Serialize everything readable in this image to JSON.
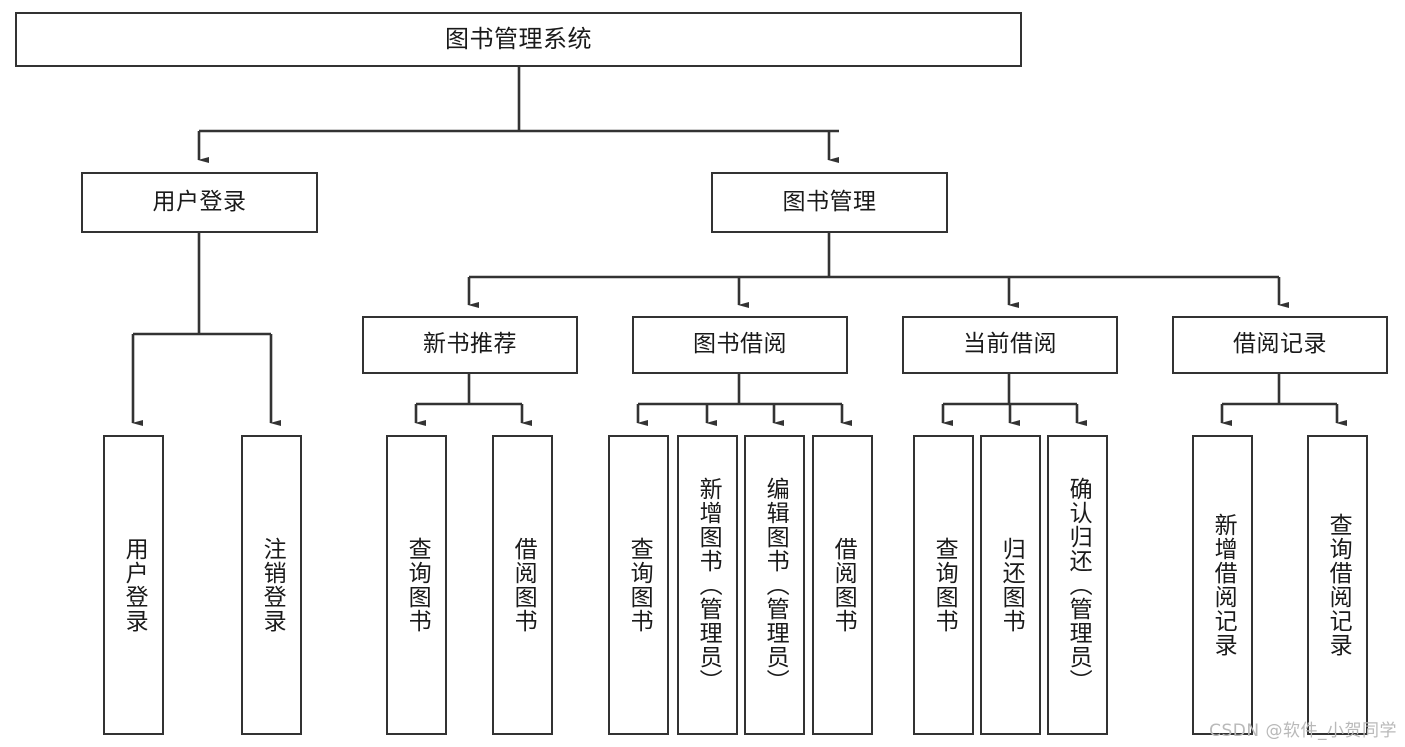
{
  "diagram": {
    "title": "图书管理系统",
    "watermark": "CSDN @软件_小贺同学",
    "colors": {
      "stroke": "#333333",
      "fill": "#ffffff",
      "text": "#1a1a1a",
      "watermark": "#b9b9b9"
    },
    "levels": {
      "root": [
        "图书管理系统"
      ],
      "level2": [
        "用户登录",
        "图书管理"
      ],
      "level3": [
        "新书推荐",
        "图书借阅",
        "当前借阅",
        "借阅记录"
      ],
      "leaves": [
        "用户登录",
        "注销登录",
        "查询图书",
        "借阅图书",
        "查询图书",
        "新增图书（管理员）",
        "编辑图书（管理员）",
        "借阅图书",
        "查询图书",
        "归还图书",
        "确认归还（管理员）",
        "新增借阅记录",
        "查询借阅记录"
      ]
    },
    "nodes": {
      "root": {
        "label": "图书管理系统"
      },
      "user_login": {
        "label": "用户登录"
      },
      "book_manage": {
        "label": "图书管理"
      },
      "new_book_rec": {
        "label": "新书推荐"
      },
      "book_borrow": {
        "label": "图书借阅"
      },
      "current_borrow": {
        "label": "当前借阅"
      },
      "borrow_record": {
        "label": "借阅记录"
      },
      "leaf_user_login": {
        "label": "用户登录"
      },
      "leaf_logout": {
        "label": "注销登录"
      },
      "leaf_query_book_a": {
        "label": "查询图书"
      },
      "leaf_borrow_book_a": {
        "label": "借阅图书"
      },
      "leaf_query_book_b": {
        "label": "查询图书"
      },
      "leaf_add_book": {
        "label": "新增图书（管理员）"
      },
      "leaf_edit_book": {
        "label": "编辑图书（管理员）"
      },
      "leaf_borrow_book_b": {
        "label": "借阅图书"
      },
      "leaf_query_book_c": {
        "label": "查询图书"
      },
      "leaf_return_book": {
        "label": "归还图书"
      },
      "leaf_confirm_return": {
        "label": "确认归还（管理员）"
      },
      "leaf_add_record": {
        "label": "新增借阅记录"
      },
      "leaf_query_record": {
        "label": "查询借阅记录"
      }
    },
    "edges": [
      {
        "from": "root",
        "to": "user_login"
      },
      {
        "from": "root",
        "to": "book_manage"
      },
      {
        "from": "user_login",
        "to": "leaf_user_login"
      },
      {
        "from": "user_login",
        "to": "leaf_logout"
      },
      {
        "from": "book_manage",
        "to": "new_book_rec"
      },
      {
        "from": "book_manage",
        "to": "book_borrow"
      },
      {
        "from": "book_manage",
        "to": "current_borrow"
      },
      {
        "from": "book_manage",
        "to": "borrow_record"
      },
      {
        "from": "new_book_rec",
        "to": "leaf_query_book_a"
      },
      {
        "from": "new_book_rec",
        "to": "leaf_borrow_book_a"
      },
      {
        "from": "book_borrow",
        "to": "leaf_query_book_b"
      },
      {
        "from": "book_borrow",
        "to": "leaf_add_book"
      },
      {
        "from": "book_borrow",
        "to": "leaf_edit_book"
      },
      {
        "from": "book_borrow",
        "to": "leaf_borrow_book_b"
      },
      {
        "from": "current_borrow",
        "to": "leaf_query_book_c"
      },
      {
        "from": "current_borrow",
        "to": "leaf_return_book"
      },
      {
        "from": "current_borrow",
        "to": "leaf_confirm_return"
      },
      {
        "from": "borrow_record",
        "to": "leaf_add_record"
      },
      {
        "from": "borrow_record",
        "to": "leaf_query_record"
      }
    ]
  }
}
